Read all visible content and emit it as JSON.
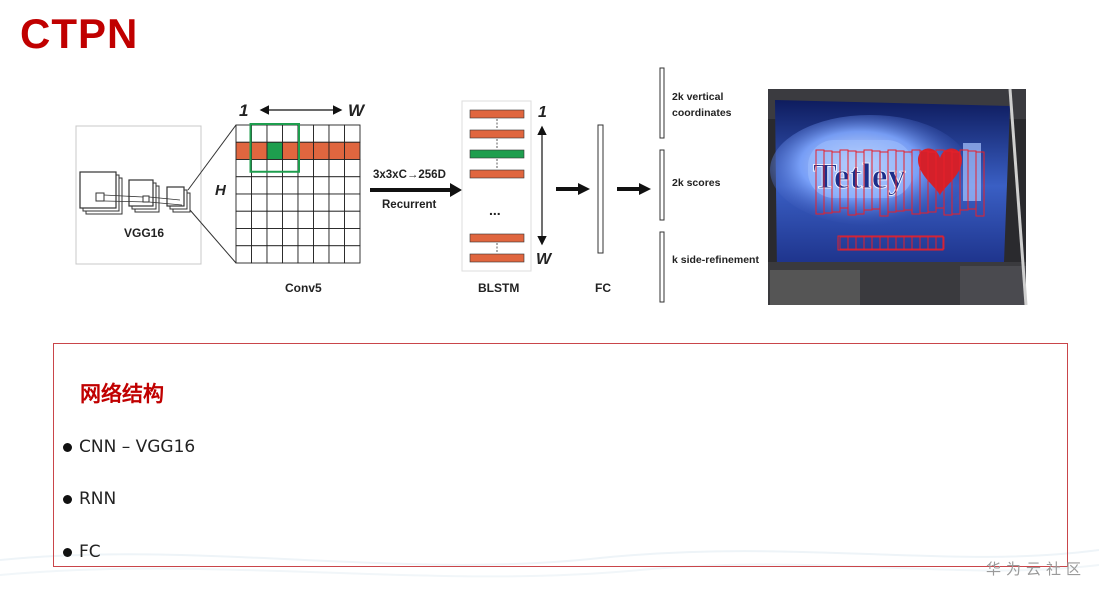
{
  "slide": {
    "title": "CTPN"
  },
  "diagram": {
    "vgg_label": "VGG16",
    "grid_top_one": "1",
    "grid_top_w": "W",
    "grid_side_h": "H",
    "conv_label": "Conv5",
    "arrow_top_label": "3x3xC→256D",
    "arrow_bottom_label": "Recurrent",
    "blstm_dots": "...",
    "blstm_label": "BLSTM",
    "blstm_top": "1",
    "blstm_bottom": "W",
    "fc_label": "FC",
    "out_vertical_1": "2k vertical",
    "out_vertical_2": "coordinates",
    "out_scores": "2k scores",
    "out_refine": "k side-refinement",
    "photo_text": "Tetley",
    "colors": {
      "orange": "#e0663f",
      "green": "#1e9e4e",
      "accent": "#c00000"
    }
  },
  "info": {
    "heading": "网络结构",
    "bullets": [
      "CNN – VGG16",
      "RNN",
      "FC"
    ]
  },
  "footer": {
    "watermark": "华为云社区"
  }
}
